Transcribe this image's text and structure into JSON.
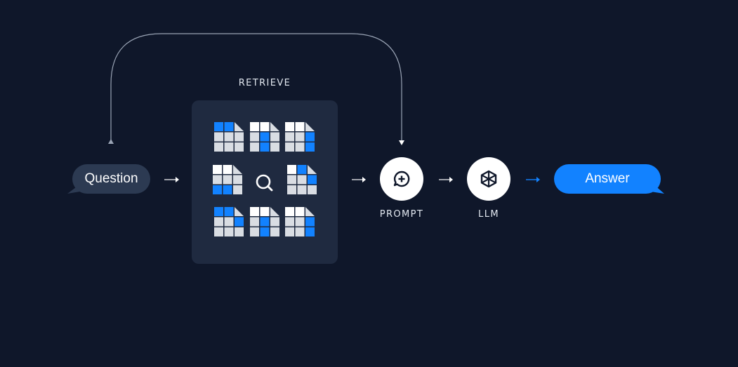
{
  "question_label": "Question",
  "retrieve_label": "RETRIEVE",
  "prompt_label": "PROMPT",
  "llm_label": "LLM",
  "answer_label": "Answer",
  "colors": {
    "background": "#0f172a",
    "panel": "#1f2a40",
    "question_bubble": "#2c3a52",
    "accent_blue": "#1282ff",
    "doc_gray": "#d9dde3",
    "white": "#ffffff",
    "connector": "#9aa4b5"
  },
  "documents": [
    {
      "pattern": [
        1,
        1,
        0,
        0,
        0,
        0,
        0,
        0,
        0
      ]
    },
    {
      "pattern": [
        0,
        0,
        0,
        0,
        1,
        0,
        0,
        1,
        0
      ]
    },
    {
      "pattern": [
        0,
        0,
        0,
        0,
        0,
        1,
        0,
        0,
        1
      ]
    },
    {
      "pattern": [
        0,
        0,
        0,
        0,
        0,
        0,
        1,
        1,
        0
      ]
    },
    {
      "pattern": [
        0,
        1,
        0,
        0,
        0,
        1,
        0,
        0,
        0
      ]
    },
    {
      "pattern": [
        1,
        1,
        0,
        0,
        0,
        1,
        0,
        0,
        0
      ]
    },
    {
      "pattern": [
        0,
        0,
        0,
        0,
        1,
        0,
        0,
        1,
        0
      ]
    },
    {
      "pattern": [
        0,
        0,
        0,
        0,
        0,
        1,
        0,
        0,
        1
      ]
    }
  ],
  "icons": [
    "search-icon",
    "chat-plus-icon",
    "cube-icon"
  ]
}
